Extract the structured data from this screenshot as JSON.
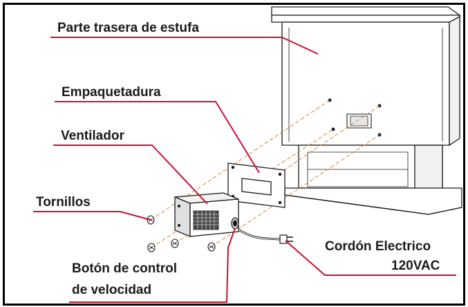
{
  "colors": {
    "leader": "#c8102e",
    "guide": "#d4883a",
    "ink": "#1a1a1a"
  },
  "labels": {
    "stove_back": "Parte trasera de estufa",
    "gasket": "Empaquetadura",
    "fan": "Ventilador",
    "screws": "Tornillos",
    "speed_control_line1": "Botón de control",
    "speed_control_line2": "de velocidad",
    "cord_line1": "Cordón Electrico",
    "cord_line2": "120VAC"
  }
}
